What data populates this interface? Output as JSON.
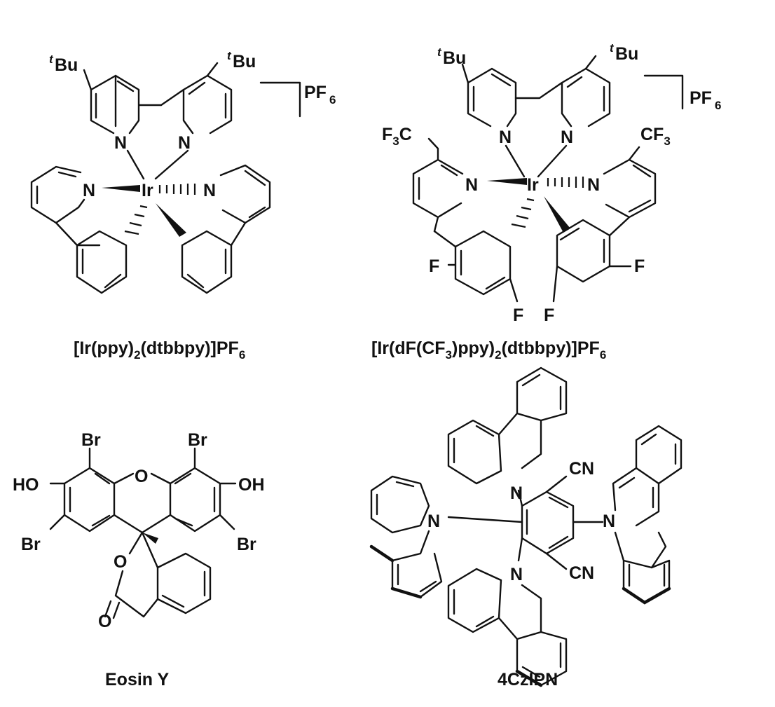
{
  "structures": [
    {
      "id": "ir-ppy",
      "caption": "[Ir(ppy)2(dtbbpy)]PF6",
      "caption_parts": {
        "a": "[Ir(ppy)",
        "s1": "2",
        "b": "(dtbbpy)]PF",
        "s2": "6"
      },
      "labels": {
        "tbu_sup": "t",
        "tbu": "Bu",
        "n": "N",
        "ir": "Ir",
        "pf": "PF",
        "pf_sub": "6"
      }
    },
    {
      "id": "ir-dfcf3",
      "caption": "[Ir(dF(CF3)ppy)2(dtbbpy)]PF6",
      "caption_parts": {
        "a": "[Ir(dF(CF",
        "s1": "3",
        "b": ")ppy)",
        "s2": "2",
        "c": "(dtbbpy)]PF",
        "s3": "6"
      },
      "labels": {
        "tbu_sup": "t",
        "tbu": "Bu",
        "n": "N",
        "ir": "Ir",
        "pf": "PF",
        "pf_sub": "6",
        "f": "F",
        "f3c_a": "F",
        "f3c_sub": "3",
        "f3c_b": "C",
        "cf3_a": "CF",
        "cf3_sub": "3"
      }
    },
    {
      "id": "eosin-y",
      "caption": "Eosin Y",
      "labels": {
        "br": "Br",
        "ho": "HO",
        "oh": "OH",
        "o": "O"
      }
    },
    {
      "id": "4czipn",
      "caption": "4CzIPN",
      "labels": {
        "n": "N",
        "cn": "CN"
      }
    }
  ]
}
